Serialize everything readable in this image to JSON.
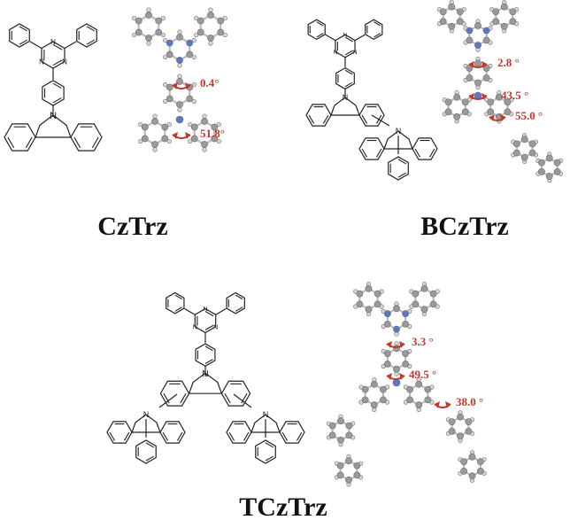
{
  "colors": {
    "angle": "#c0392b",
    "bond": "#222222",
    "atom_c": "#9a9a9a",
    "atom_n": "#5a78c8",
    "atom_h": "#d8d8d8"
  },
  "atoms": {
    "n": "N"
  },
  "molecules": [
    {
      "id": "cztrz",
      "name": "CzTrz",
      "angles": [
        "0.4°",
        "51.8°"
      ]
    },
    {
      "id": "bcztrz",
      "name": "BCzTrz",
      "angles": [
        "2.8 °",
        "43.5 °",
        "55.0 °"
      ]
    },
    {
      "id": "tcztrz",
      "name": "TCzTrz",
      "angles": [
        "3.3 °",
        "49.5 °",
        "38.0 °"
      ]
    }
  ]
}
